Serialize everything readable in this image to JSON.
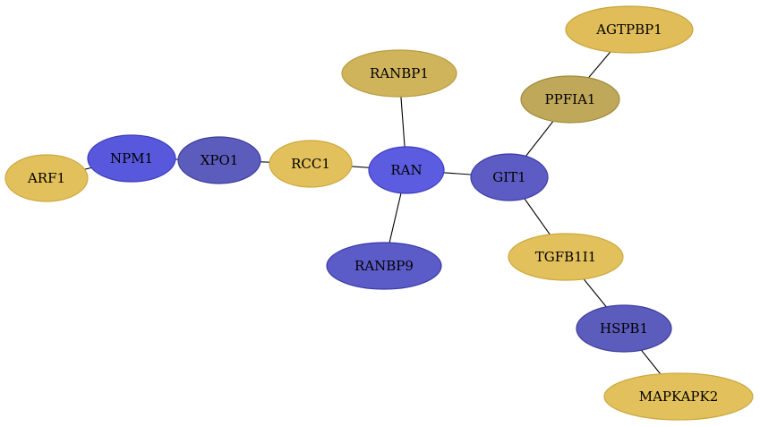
{
  "graph": {
    "nodes": [
      {
        "id": "AGTPBP1",
        "label": "AGTPBP1",
        "color": "#e0bd58",
        "border": "#c8a43e"
      },
      {
        "id": "PPFIA1",
        "label": "PPFIA1",
        "color": "#c0a85a",
        "border": "#a08a3c"
      },
      {
        "id": "RANBP1",
        "label": "RANBP1",
        "color": "#d0b45c",
        "border": "#b89c42"
      },
      {
        "id": "NPM1",
        "label": "NPM1",
        "color": "#5858dc",
        "border": "#3c3cba"
      },
      {
        "id": "XPO1",
        "label": "XPO1",
        "color": "#5c5cbc",
        "border": "#3c3c9c"
      },
      {
        "id": "RCC1",
        "label": "RCC1",
        "color": "#e2c05c",
        "border": "#cca83e"
      },
      {
        "id": "RAN",
        "label": "RAN",
        "color": "#5c5ce0",
        "border": "#3c3cc0"
      },
      {
        "id": "GIT1",
        "label": "GIT1",
        "color": "#5c5cc4",
        "border": "#3c3ca4"
      },
      {
        "id": "ARF1",
        "label": "ARF1",
        "color": "#e2c05c",
        "border": "#cca83e"
      },
      {
        "id": "RANBP9",
        "label": "RANBP9",
        "color": "#5c5cc8",
        "border": "#3c3ca8"
      },
      {
        "id": "TGFB1I1",
        "label": "TGFB1I1",
        "color": "#e2c05c",
        "border": "#cca83e"
      },
      {
        "id": "HSPB1",
        "label": "HSPB1",
        "color": "#5c5cbc",
        "border": "#3c3c9c"
      },
      {
        "id": "MAPKAPK2",
        "label": "MAPKAPK2",
        "color": "#e2c05c",
        "border": "#cca83e"
      }
    ],
    "edges": [
      [
        "AGTPBP1",
        "PPFIA1"
      ],
      [
        "PPFIA1",
        "GIT1"
      ],
      [
        "RANBP1",
        "RAN"
      ],
      [
        "ARF1",
        "NPM1"
      ],
      [
        "NPM1",
        "XPO1"
      ],
      [
        "XPO1",
        "RCC1"
      ],
      [
        "RCC1",
        "RAN"
      ],
      [
        "RAN",
        "GIT1"
      ],
      [
        "RAN",
        "RANBP9"
      ],
      [
        "GIT1",
        "TGFB1I1"
      ],
      [
        "TGFB1I1",
        "HSPB1"
      ],
      [
        "HSPB1",
        "MAPKAPK2"
      ]
    ]
  }
}
